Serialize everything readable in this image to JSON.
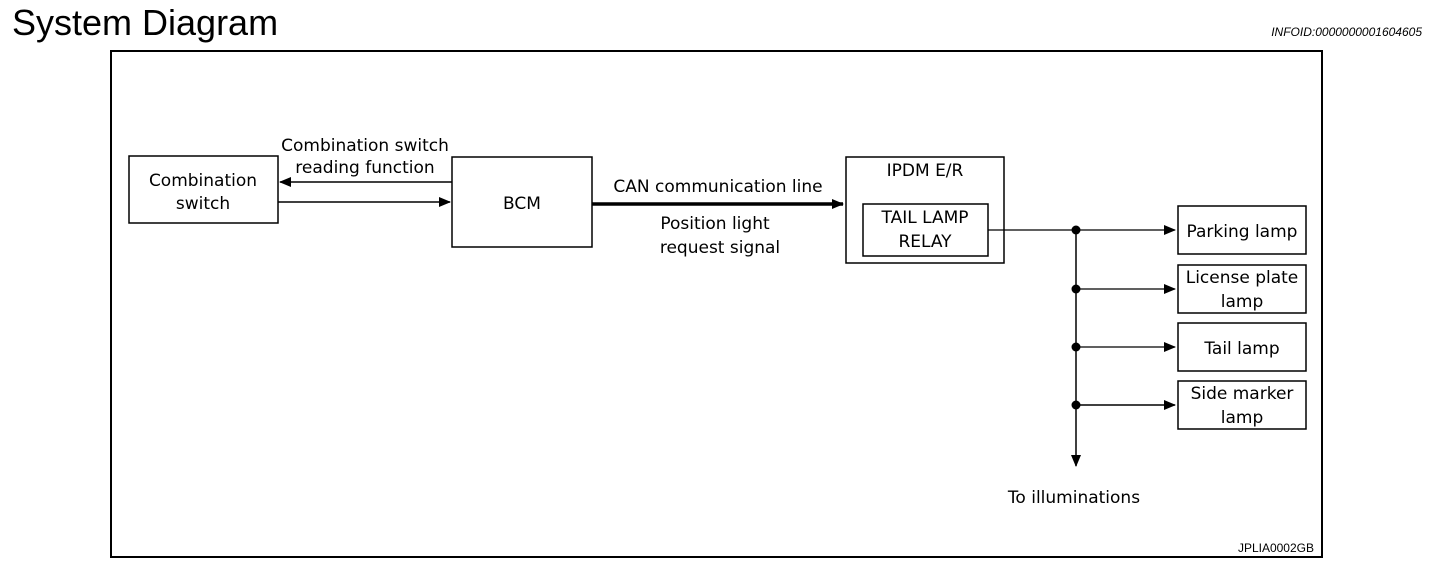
{
  "header": {
    "title": "System Diagram",
    "info_id": "INFOID:0000000001604605"
  },
  "diagram": {
    "code": "JPLIA0002GB",
    "blocks": {
      "combination_switch": [
        "Combination",
        "switch"
      ],
      "bcm": "BCM",
      "ipdm": "IPDM E/R",
      "tail_lamp_relay": [
        "TAIL LAMP",
        "RELAY"
      ]
    },
    "labels": {
      "reading_function": [
        "Combination switch",
        "reading function"
      ],
      "can_line": "CAN communication line",
      "position_signal": [
        "Position light",
        "request signal"
      ],
      "to_illuminations": "To illuminations"
    },
    "outputs": {
      "parking_lamp": [
        "Parking lamp"
      ],
      "license_plate_lamp": [
        "License plate",
        "lamp"
      ],
      "tail_lamp": [
        "Tail lamp"
      ],
      "side_marker_lamp": [
        "Side marker",
        "lamp"
      ]
    }
  }
}
